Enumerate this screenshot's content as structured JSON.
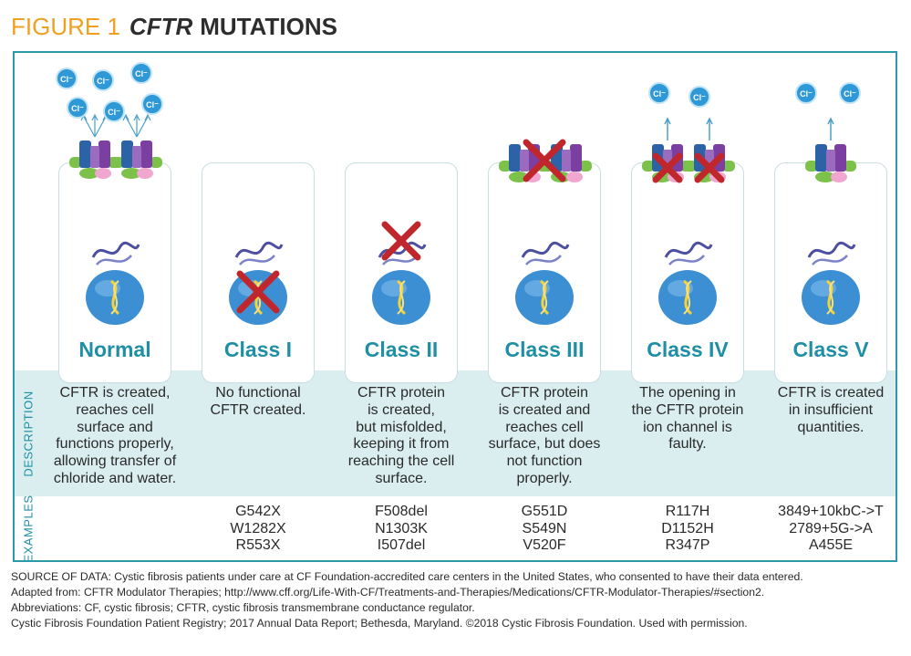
{
  "figure": {
    "label": "FIGURE 1",
    "gene": "CFTR",
    "word": "MUTATIONS"
  },
  "side_labels": {
    "description": "DESCRIPTION",
    "examples": "EXAMPLES"
  },
  "ion_label": "Cl⁻",
  "classes": [
    {
      "name": "Normal",
      "description": [
        "CFTR is created,",
        "reaches cell",
        "surface and",
        "functions properly,",
        "allowing transfer of",
        "chloride and water."
      ],
      "examples": []
    },
    {
      "name": "Class I",
      "description": [
        "No functional",
        "CFTR created."
      ],
      "examples": [
        "G542X",
        "W1282X",
        "R553X"
      ]
    },
    {
      "name": "Class II",
      "description": [
        "CFTR protein",
        "is created,",
        "but misfolded,",
        "keeping it from",
        "reaching the cell",
        "surface."
      ],
      "examples": [
        "F508del",
        "N1303K",
        "I507del"
      ]
    },
    {
      "name": "Class III",
      "description": [
        "CFTR protein",
        "is created and",
        "reaches cell",
        "surface, but does",
        "not function",
        "properly."
      ],
      "examples": [
        "G551D",
        "S549N",
        "V520F"
      ]
    },
    {
      "name": "Class IV",
      "description": [
        "The opening in",
        "the CFTR protein",
        "ion channel is",
        "faulty."
      ],
      "examples": [
        "R117H",
        "D1152H",
        "R347P"
      ]
    },
    {
      "name": "Class V",
      "description": [
        "CFTR is created",
        "in insufficient",
        "quantities."
      ],
      "examples": [
        "3849+10kbC->T",
        "2789+5G->A",
        "A455E"
      ]
    }
  ],
  "footer": {
    "source_label": "SOURCE OF DATA:",
    "source_text": " Cystic fibrosis patients under care at CF Foundation-accredited care centers in the United States, who consented to have their data entered.",
    "adapted": "Adapted from: CFTR Modulator Therapies; http://www.cff.org/Life-With-CF/Treatments-and-Therapies/Medications/CFTR-Modulator-Therapies/#section2.",
    "abbreviations": "Abbreviations: CF, cystic fibrosis; CFTR, cystic fibrosis transmembrane conductance regulator.",
    "citation": "Cystic Fibrosis Foundation Patient Registry; 2017 Annual Data Report; Bethesda, Maryland. ©2018 Cystic Fibrosis Foundation. Used with permission."
  },
  "colors": {
    "title_label": "#f0a020",
    "accent": "#1e8fa5",
    "frame": "#2a9aa8",
    "band": "#daedef",
    "cross": "#c0272d",
    "ion": "#2f98d6",
    "nucleus": "#3d8fd4",
    "channel_blue": "#2b63a6",
    "channel_purple": "#7a3fa0",
    "channel_green": "#7cc24a",
    "protein": "#4d4fa0",
    "dna": "#f3d23a"
  }
}
